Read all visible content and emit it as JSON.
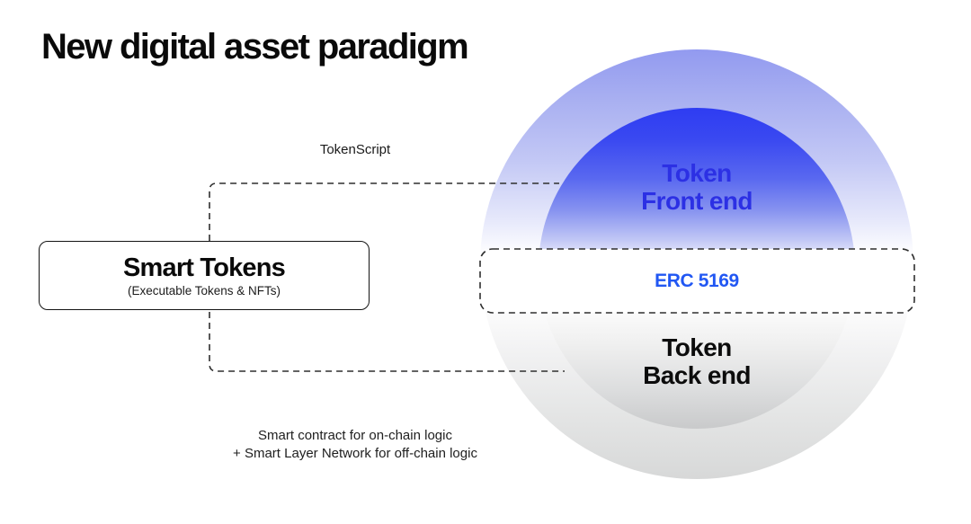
{
  "title": "New digital asset paradigm",
  "labels": {
    "tokenscript": "TokenScript",
    "smart_tokens": {
      "title": "Smart Tokens",
      "subtitle": "(Executable Tokens & NFTs)"
    },
    "erc": "ERC 5169",
    "token_front_end": {
      "line1": "Token",
      "line2": "Front end"
    },
    "token_back_end": {
      "line1": "Token",
      "line2": "Back end"
    },
    "caption": {
      "line1": "Smart contract for on-chain logic",
      "line2": "+ Smart Layer Network for off-chain logic"
    }
  },
  "colors": {
    "bg": "#ffffff",
    "ink": "#0a0a0a",
    "dash": "#2f2f2f",
    "inner_blue": "#2e3cf2",
    "outer_blue": "#929af0",
    "inner_gray": "#c9cacb",
    "outer_gray": "#d7d8d8",
    "frontend_blue": "#2c30e4",
    "erc_blue": "#2157f3"
  }
}
